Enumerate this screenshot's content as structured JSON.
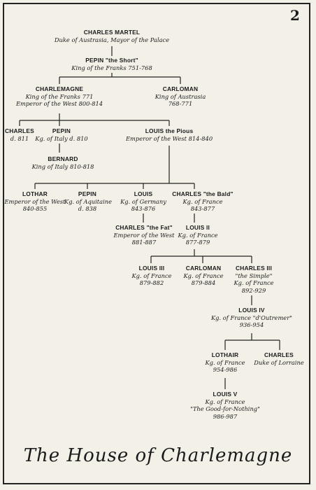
{
  "page_number": "2",
  "title": "The House of Charlemagne",
  "people": {
    "charles_martel": {
      "name": "CHARLES MARTEL",
      "lines": [
        "Duke of Austrasia, Mayor of the Palace"
      ]
    },
    "pepin_short": {
      "name": "PEPIN \"the Short\"",
      "lines": [
        "King of the Franks 751-768"
      ]
    },
    "charlemagne": {
      "name": "CHARLEMAGNE",
      "lines": [
        "King of the Franks 771",
        "Emperor of the West 800-814"
      ]
    },
    "carloman_1": {
      "name": "CARLOMAN",
      "lines": [
        "King of Austrasia",
        "768-771"
      ]
    },
    "charles_811": {
      "name": "CHARLES",
      "lines": [
        "d. 811"
      ]
    },
    "pepin_italy": {
      "name": "PEPIN",
      "lines": [
        "Kg. of Italy d. 810"
      ]
    },
    "louis_pious": {
      "name": "LOUIS the Pious",
      "lines": [
        "Emperor of the West 814-840"
      ]
    },
    "bernard": {
      "name": "BERNARD",
      "lines": [
        "King of Italy 810-818"
      ]
    },
    "lothar": {
      "name": "LOTHAR",
      "lines": [
        "Emperor of the West",
        "840-855"
      ]
    },
    "pepin_aquitaine": {
      "name": "PEPIN",
      "lines": [
        "Kg. of Aquitaine",
        "d. 838"
      ]
    },
    "louis_germany": {
      "name": "LOUIS",
      "lines": [
        "Kg. of Germany",
        "843-876"
      ]
    },
    "charles_bald": {
      "name": "CHARLES \"the Bald\"",
      "lines": [
        "Kg. of France",
        "843-877"
      ]
    },
    "charles_fat": {
      "name": "CHARLES \"the Fat\"",
      "lines": [
        "Emperor of the West",
        "881-887"
      ]
    },
    "louis_ii": {
      "name": "LOUIS II",
      "lines": [
        "Kg. of France",
        "877-879"
      ]
    },
    "louis_iii": {
      "name": "LOUIS III",
      "lines": [
        "Kg. of France",
        "879-882"
      ]
    },
    "carloman_2": {
      "name": "CARLOMAN",
      "lines": [
        "Kg. of France",
        "879-884"
      ]
    },
    "charles_iii": {
      "name": "CHARLES III",
      "lines": [
        "\"the Simple\"",
        "Kg. of France",
        "892-929"
      ]
    },
    "louis_iv": {
      "name": "LOUIS IV",
      "lines": [
        "Kg. of France \"d'Outremer\"",
        "936-954"
      ]
    },
    "lothair": {
      "name": "LOTHAIR",
      "lines": [
        "Kg. of France",
        "954-986"
      ]
    },
    "charles_lorraine": {
      "name": "CHARLES",
      "lines": [
        "Duke of Lorraine"
      ]
    },
    "louis_v": {
      "name": "LOUIS V",
      "lines": [
        "Kg. of France",
        "\"The Good-for-Nothing\"",
        "986-987"
      ]
    }
  }
}
